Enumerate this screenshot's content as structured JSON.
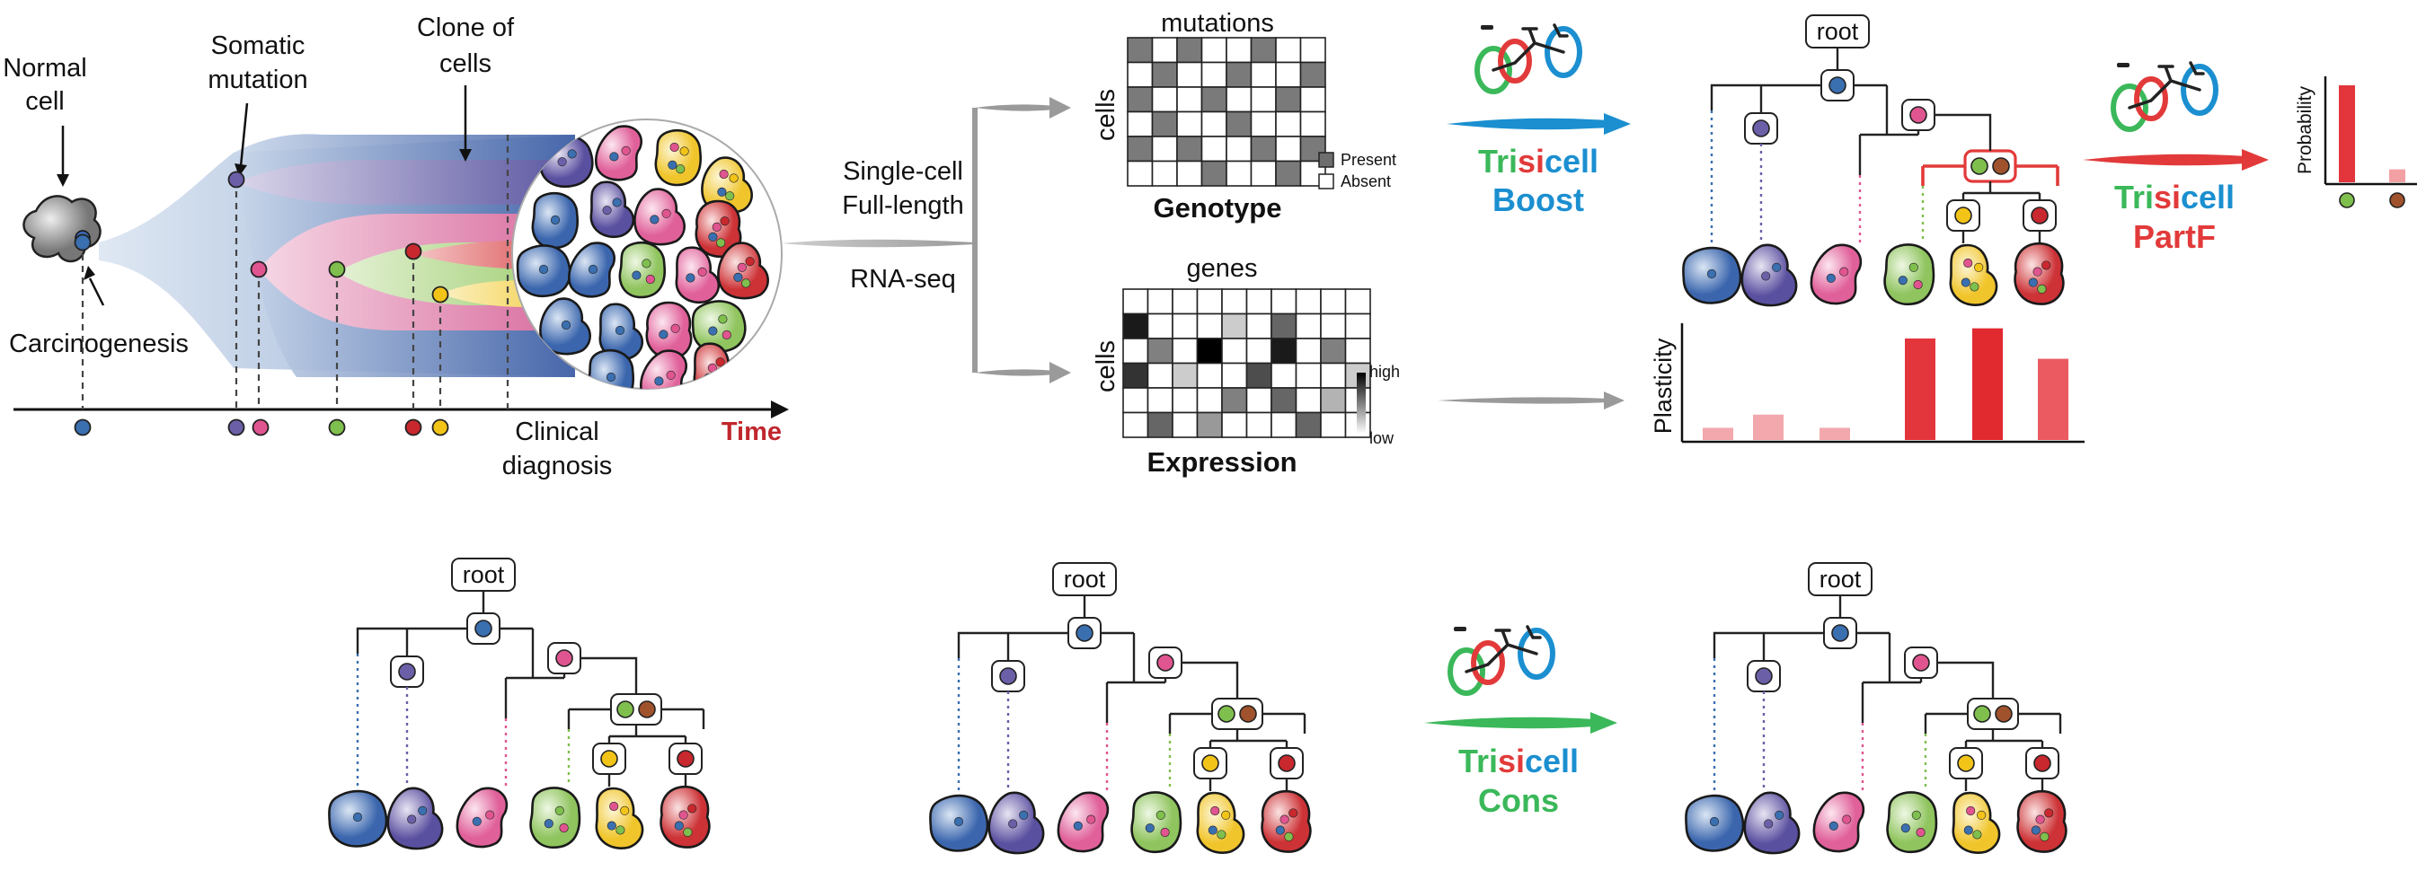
{
  "panel_a": {
    "normal_cell": [
      "Normal",
      "cell"
    ],
    "somatic_mutation": [
      "Somatic",
      "mutation"
    ],
    "clone_of_cells": [
      "Clone of",
      "cells"
    ],
    "carcinogenesis": "Carcinogenesis",
    "time": "Time",
    "clinical_diagnosis": [
      "Clinical",
      "diagnosis"
    ]
  },
  "sequencing": [
    "Single-cell",
    "Full-length",
    "RNA-seq"
  ],
  "genotype_matrix": {
    "col_label": "mutations",
    "row_label": "cells",
    "title": "Genotype",
    "legend_present": "Present",
    "legend_absent": "Absent"
  },
  "expression_matrix": {
    "col_label": "genes",
    "row_label": "cells",
    "title": "Expression",
    "scale_high": "high",
    "scale_low": "low"
  },
  "tools": {
    "boost": {
      "prefix": "Tri",
      "mid": "si",
      "suffix": "cell",
      "name": "Boost"
    },
    "partf": {
      "prefix": "Tri",
      "mid": "si",
      "suffix": "cell",
      "name": "PartF"
    },
    "cons": {
      "prefix": "Tri",
      "mid": "si",
      "suffix": "cell",
      "name": "Cons"
    }
  },
  "tree": {
    "root_label": "root"
  },
  "plasticity": {
    "ylabel": "Plasticity",
    "values": [
      0.12,
      0.25,
      0.12,
      1.0,
      1.1,
      0.8
    ]
  },
  "probability": {
    "ylabel": "Probability",
    "values": [
      0.9,
      0.12
    ]
  },
  "colors": {
    "blue_clone": "#3a6fb0",
    "purple_clone": "#6b5fa8",
    "pink_clone": "#e0558f",
    "green_clone": "#7fbf4d",
    "yellow_clone": "#f2c418",
    "red_clone": "#c8282e",
    "brown_clone": "#a0522d",
    "tool_green": "#3bb85a",
    "tool_blue": "#1b8fd0",
    "tool_red": "#e23a3a",
    "time_red": "#c0272d"
  }
}
